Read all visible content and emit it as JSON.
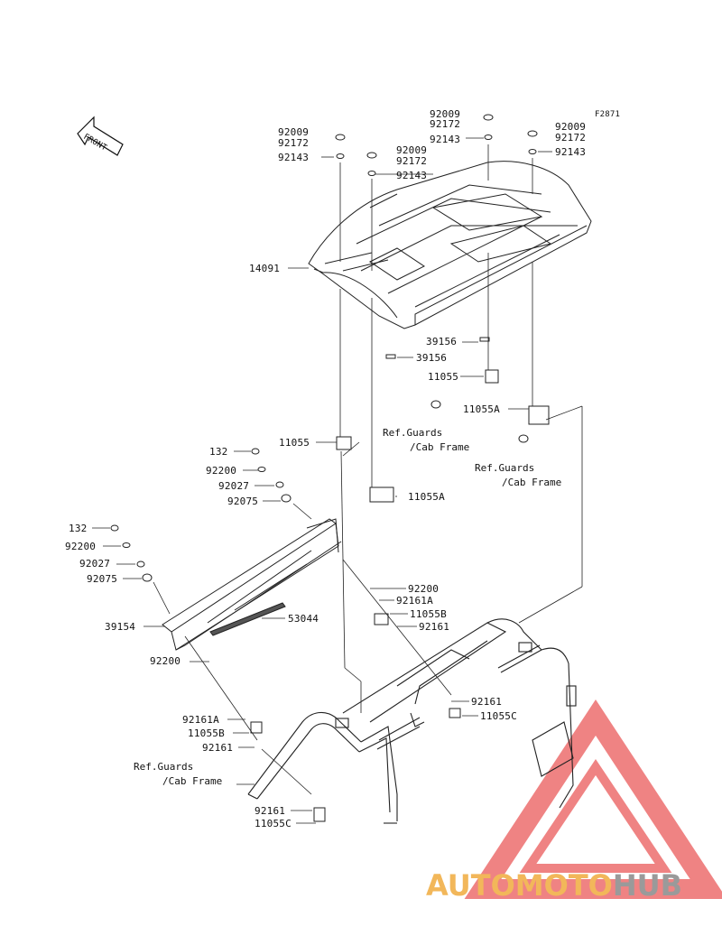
{
  "figure_code": "F2871",
  "front_label": "FRONT",
  "parts": {
    "roof": "14091",
    "bolt": "92009",
    "washer": "92172",
    "grommet": "92143",
    "pad": "39156",
    "bracket": "11055",
    "bracket_a": "11055A",
    "bracket_b": "11055B",
    "bracket_c": "11055C",
    "front_bolt": "132",
    "collar": "92200",
    "damper": "92027",
    "spacer": "92075",
    "visor": "39154",
    "seal": "53044",
    "clamp": "92161",
    "clamp_a": "92161A"
  },
  "ref_note": {
    "line1": "Ref.Guards",
    "line2": "/Cab Frame"
  },
  "watermark": {
    "part1": "AUTO",
    "part2": "MOTO",
    "part3": "HUB"
  }
}
